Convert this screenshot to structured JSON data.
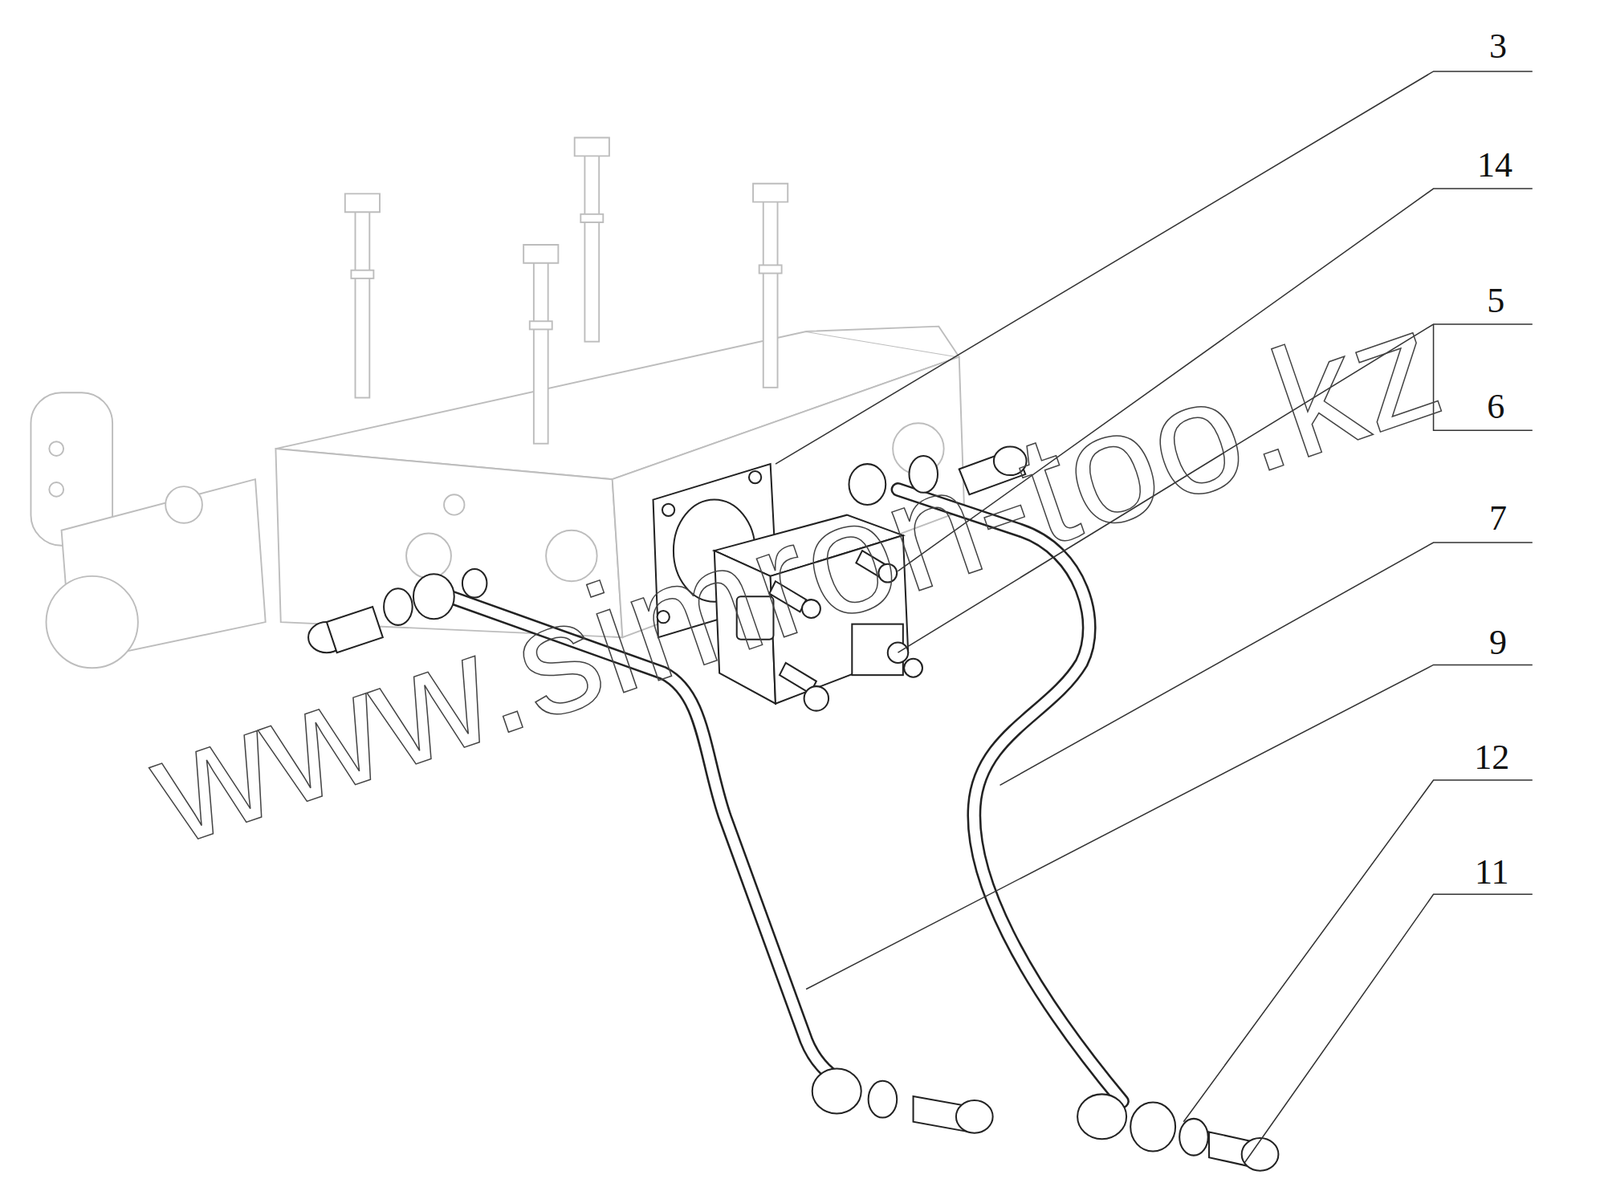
{
  "diagram": {
    "labels": [
      "3",
      "14",
      "5",
      "6",
      "7",
      "9",
      "12",
      "11",
      "www.simron-too.kz"
    ]
  }
}
